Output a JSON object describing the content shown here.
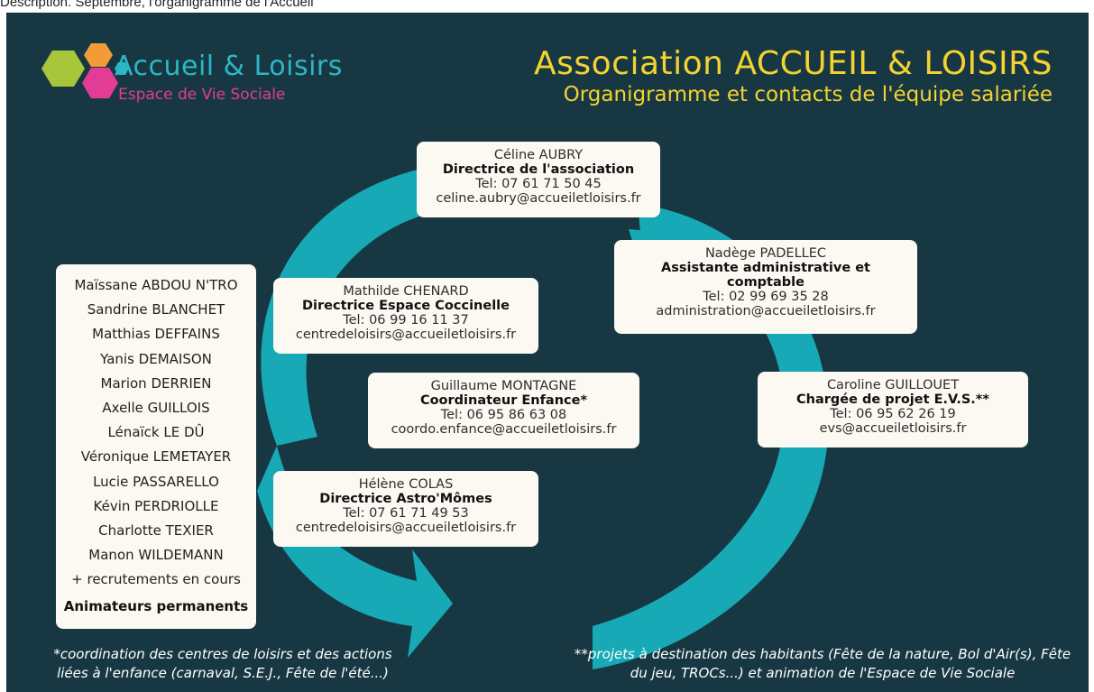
{
  "top_text": "Description. Septembre, l'organigramme de l'Accueil",
  "logo": {
    "title": "Accueil & Loisirs",
    "subtitle": "Espace de Vie Sociale"
  },
  "header": {
    "title": "Association ACCUEIL & LOISIRS",
    "subtitle": "Organigramme et contacts de l'équipe salariée"
  },
  "cards": {
    "aubry": {
      "name": "Céline AUBRY",
      "role": "Directrice de l'association",
      "tel": "Tel: 07 61 71 50 45",
      "email": "celine.aubry@accueiletloisirs.fr"
    },
    "padellec": {
      "name": "Nadège PADELLEC",
      "role": "Assistante administrative et comptable",
      "tel": "Tel: 02 99 69 35 28",
      "email": "administration@accueiletloisirs.fr"
    },
    "chenard": {
      "name": "Mathilde CHENARD",
      "role": "Directrice Espace Coccinelle",
      "tel": "Tel: 06 99 16 11 37",
      "email": "centredeloisirs@accueiletloisirs.fr"
    },
    "montagne": {
      "name": "Guillaume MONTAGNE",
      "role": "Coordinateur Enfance*",
      "tel": "Tel: 06 95 86 63 08",
      "email": "coordo.enfance@accueiletloisirs.fr"
    },
    "guillouet": {
      "name": "Caroline GUILLOUET",
      "role": "Chargée de projet E.V.S.**",
      "tel": "Tel: 06 95 62 26 19",
      "email": "evs@accueiletloisirs.fr"
    },
    "colas": {
      "name": "Hélène COLAS",
      "role": "Directrice Astro'Mômes",
      "tel": "Tel: 07 61 71 49 53",
      "email": "centredeloisirs@accueiletloisirs.fr"
    }
  },
  "staff": {
    "names": [
      "Maïssane ABDOU N'TRO",
      "Sandrine BLANCHET",
      "Matthias DEFFAINS",
      "Yanis DEMAISON",
      "Marion DERRIEN",
      "Axelle GUILLOIS",
      "Lénaïck LE DÛ",
      "Véronique LEMETAYER",
      "Lucie PASSARELLO",
      "Kévin PERDRIOLLE",
      "Charlotte TEXIER",
      "Manon WILDEMANN",
      "+ recrutements en cours"
    ],
    "title": "Animateurs permanents"
  },
  "footnotes": {
    "left_line1": "*coordination des centres de loisirs et des actions",
    "left_line2": "liées à l'enfance (carnaval, S.E.J., Fête de l'été...)",
    "right_line1": "**projets à destination des habitants (Fête de la nature, Bol d'Air(s), Fête",
    "right_line2": "du jeu, TROCs...) et animation de l'Espace de Vie Sociale"
  },
  "colors": {
    "background": "#173843",
    "arrow": "#17a9b5",
    "accent_yellow": "#f4d330",
    "logo_cyan": "#2bb7c4",
    "logo_pink": "#e33c96",
    "logo_green": "#a8c63a",
    "logo_orange": "#f29c38",
    "card": "#fcf8f2"
  }
}
